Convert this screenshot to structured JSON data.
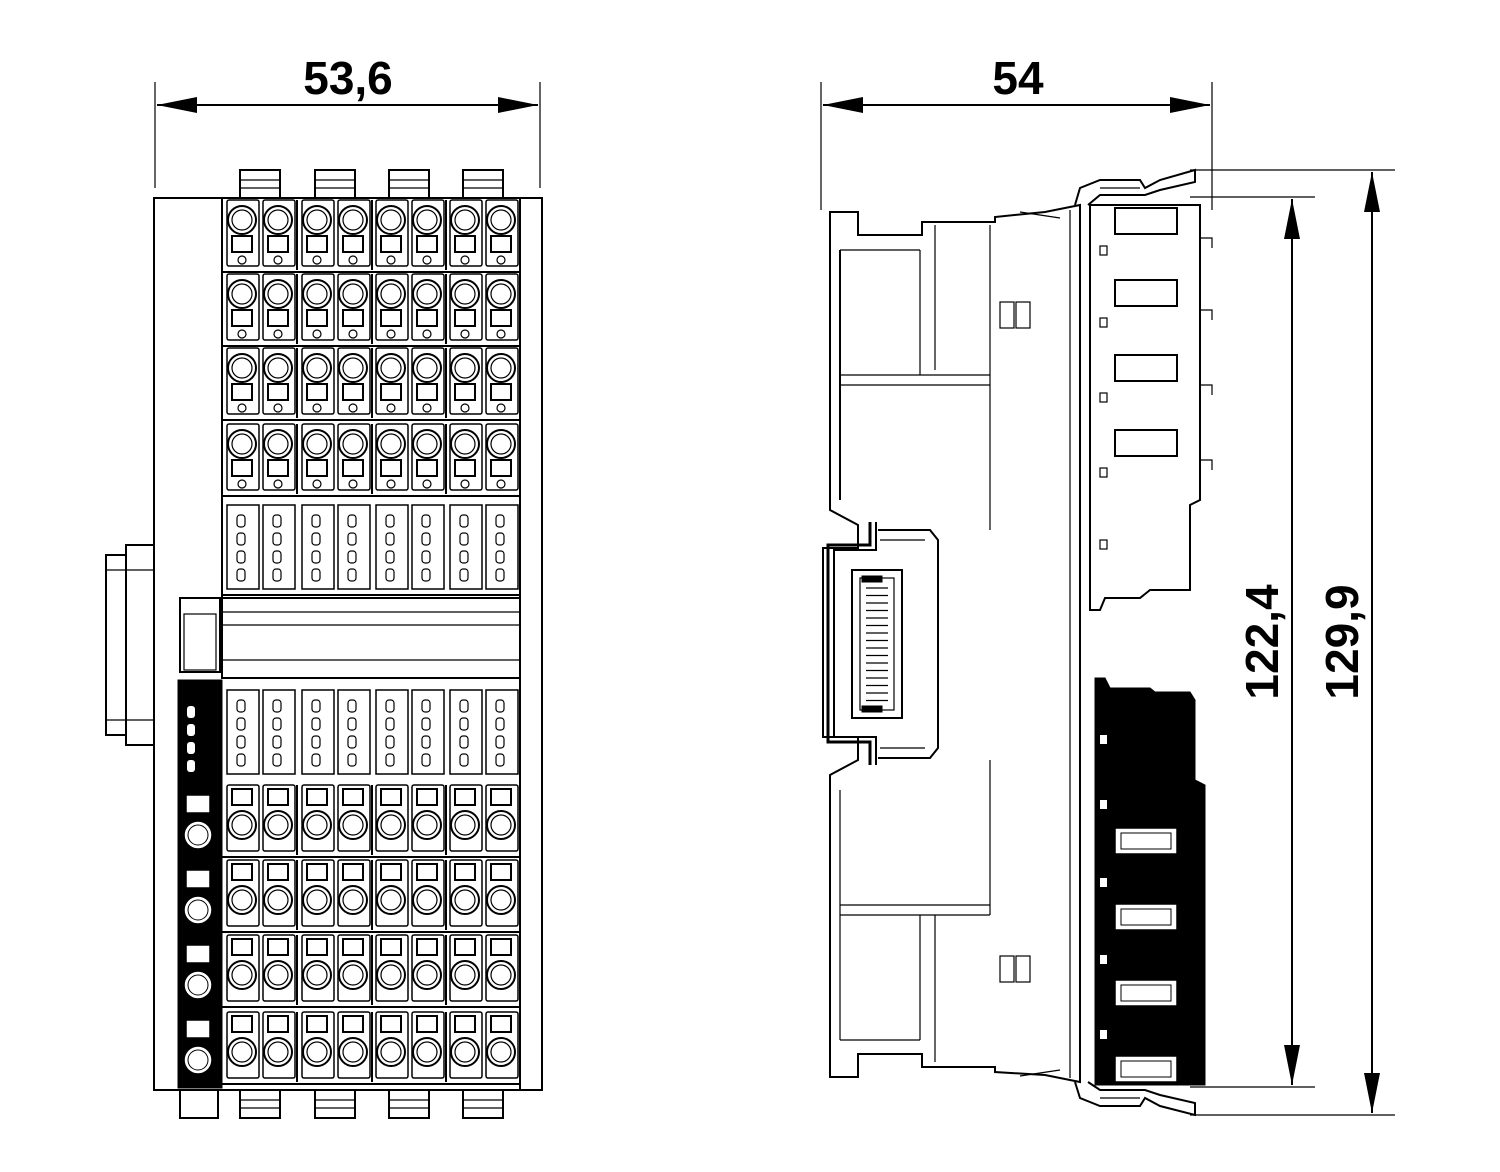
{
  "dimensions": {
    "front_width": "53,6",
    "side_width": "54",
    "inner_height": "122,4",
    "outer_height": "129,9"
  },
  "colors": {
    "line": "#000000",
    "background": "#ffffff"
  }
}
